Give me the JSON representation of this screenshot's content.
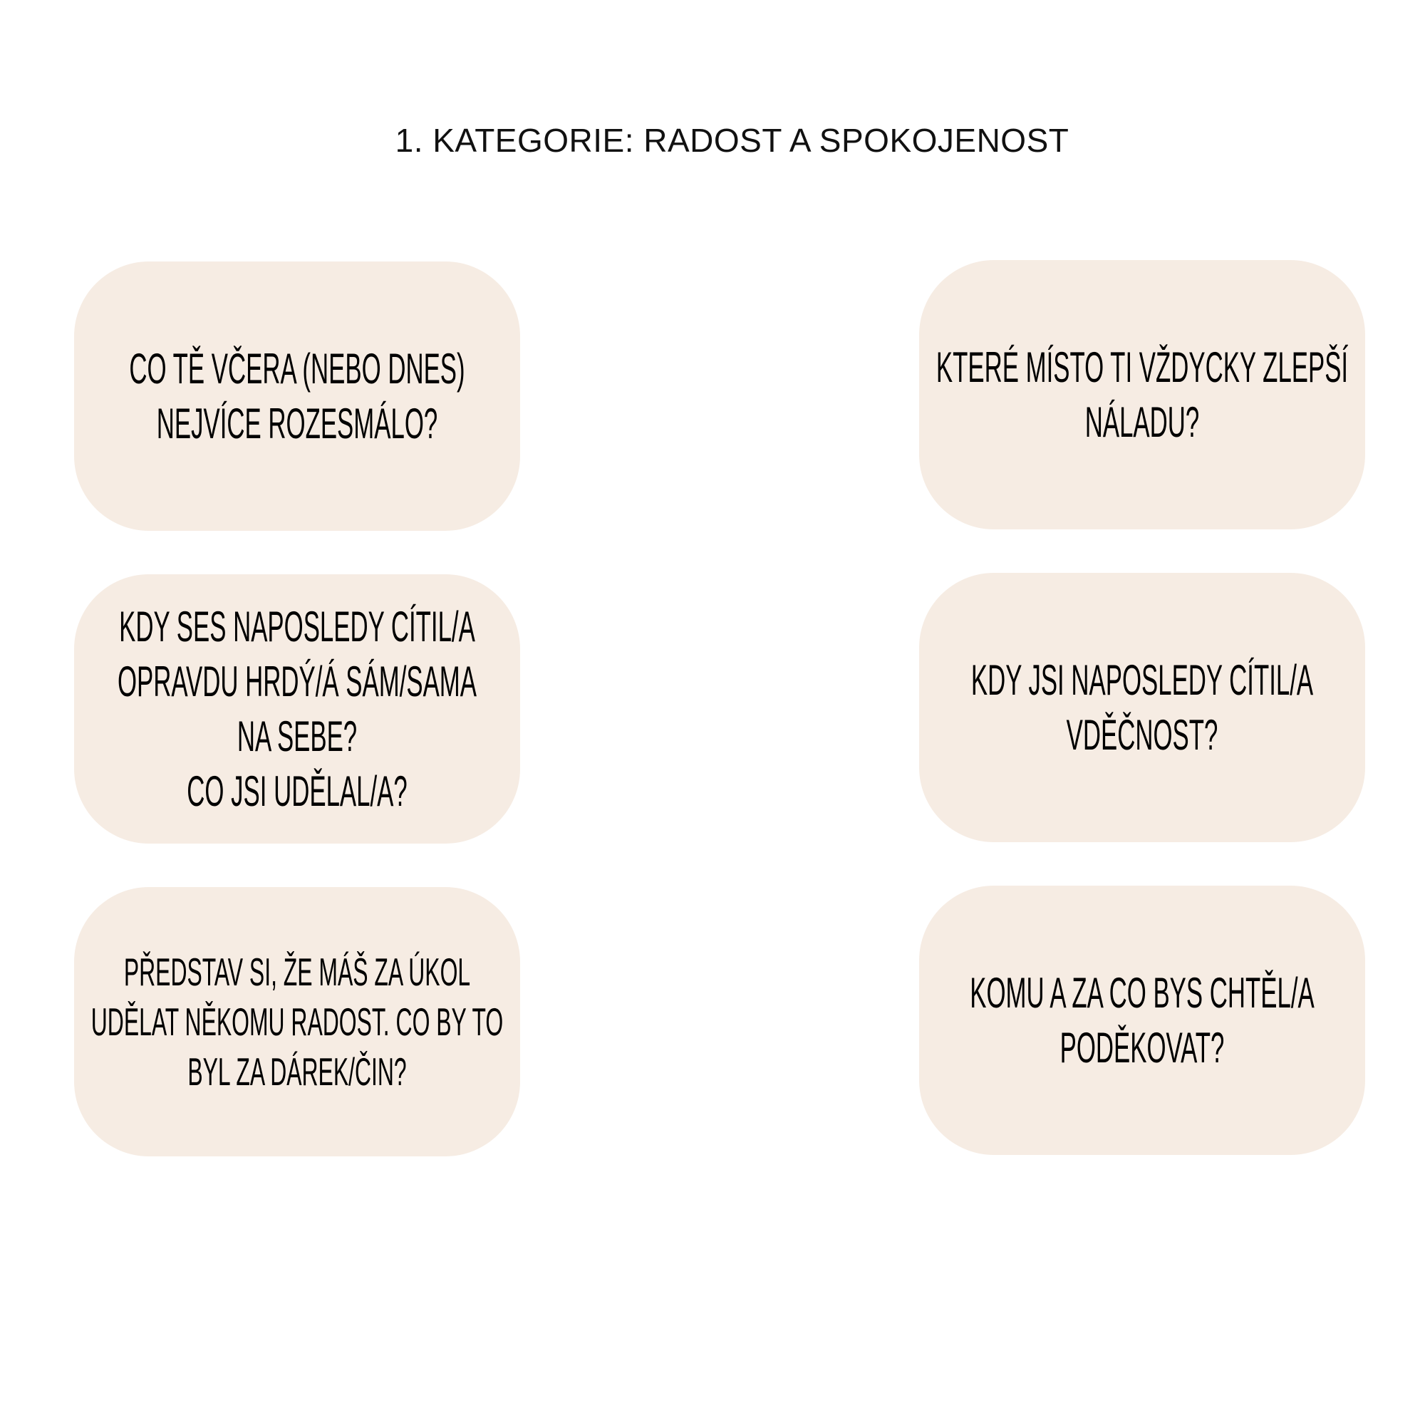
{
  "title": "1. KATEGORIE: RADOST A SPOKOJENOST",
  "card_color": "#f6ece3",
  "cards": [
    {
      "text": "CO TĚ VČERA (NEBO DNES)\nNEJVÍCE ROZESMÁLO?"
    },
    {
      "text": "KTERÉ MÍSTO TI VŽDYCKY ZLEPŠÍ\nNÁLADU?"
    },
    {
      "text": "KDY SES NAPOSLEDY CÍTIL/A\nOPRAVDU HRDÝ/Á SÁM/SAMA\nNA SEBE?\nCO JSI UDĚLAL/A?"
    },
    {
      "text": "KDY JSI NAPOSLEDY CÍTIL/A\nVDĚČNOST?"
    },
    {
      "text": "PŘEDSTAV SI, ŽE MÁŠ ZA ÚKOL\nUDĚLAT NĚKOMU RADOST. CO BY TO\nBYL ZA DÁREK/ČIN?"
    },
    {
      "text": "KOMU A ZA CO BYS CHTĚL/A\nPODĚKOVAT?"
    }
  ]
}
